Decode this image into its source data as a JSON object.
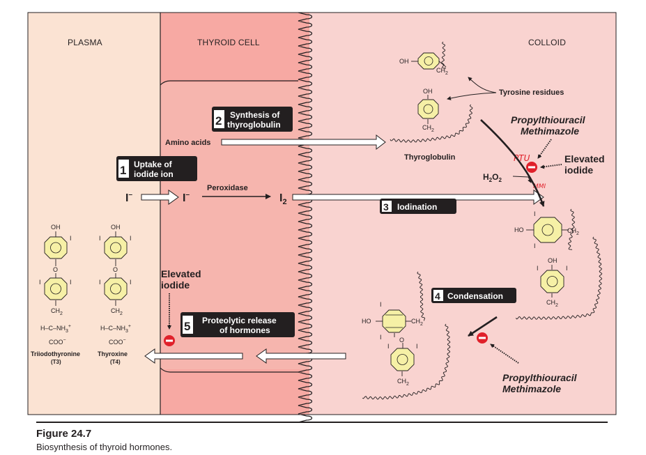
{
  "regions": {
    "plasma": "PLASMA",
    "thyroid_cell": "THYROID CELL",
    "colloid": "COLLOID"
  },
  "steps": [
    {
      "num": "1",
      "label_line1": "Uptake of",
      "label_line2": "iodide ion"
    },
    {
      "num": "2",
      "label_line1": "Synthesis of",
      "label_line2": "thyroglobulin"
    },
    {
      "num": "3",
      "label_line1": "Iodination"
    },
    {
      "num": "4",
      "label_line1": "Condensation"
    },
    {
      "num": "5",
      "label_line1": "Proteolytic release",
      "label_line2": "of hormones"
    }
  ],
  "labels": {
    "amino_acids": "Amino acids",
    "peroxidase": "Peroxidase",
    "tyrosine_residues": "Tyrosine residues",
    "thyroglobulin": "Thyroglobulin",
    "iodide_ion": "I",
    "iodine": "I",
    "iodine_sub": "2",
    "h2o2_h": "H",
    "h2o2_sub1": "2",
    "h2o2_o": "O",
    "h2o2_sub2": "2",
    "elevated_iodide_colloid_1": "Elevated",
    "elevated_iodide_colloid_2": "iodide",
    "elevated_iodide_cell_1": "Elevated",
    "elevated_iodide_cell_2": "iodide",
    "drug_top_1": "Propylthiouracil",
    "drug_top_2": "Methimazole",
    "drug_bottom_1": "Propylthiouracil",
    "drug_bottom_2": "Methimazole",
    "handwritten_ptu": "PTU",
    "handwritten_mmi": "MMI",
    "t3_name": "Triiodothyronine",
    "t3_abbr": "(T3)",
    "t4_name": "Thyroxine",
    "t4_abbr": "(T4)"
  },
  "chem": {
    "oh": "OH",
    "ho": "HO",
    "ch2": "CH",
    "ch2_sub": "2",
    "i": "I",
    "o": "O",
    "h_c_nh3": "H–C–NH",
    "nh3_sub": "3",
    "plus": "+",
    "coo": "COO",
    "minus": "−"
  },
  "figure": {
    "title": "Figure 24.7",
    "caption": "Biosynthesis of thyroid hormones."
  },
  "colors": {
    "plasma_bg": "#fbe3d3",
    "cell_bg": "#f6b5ae",
    "colloid_bg": "#f9d3d0",
    "label_box": "#231f20",
    "ring_fill": "#f6f0a6",
    "inhibit": "#e0202a",
    "handwriting": "#e0202a"
  }
}
